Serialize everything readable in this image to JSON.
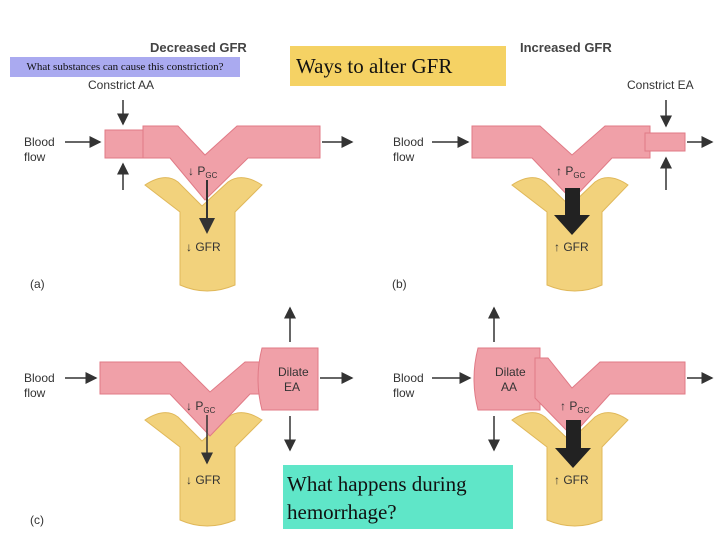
{
  "headers": {
    "decreased": "Decreased GFR",
    "increased": "Increased GFR"
  },
  "question_box": "What substances can cause this constriction?",
  "title_box": "Ways to alter GFR",
  "hemorrhage_box": "What happens during hemorrhage?",
  "labels": {
    "constrict_aa": "Constrict AA",
    "constrict_ea": "Constrict EA",
    "dilate_ea_line1": "Dilate",
    "dilate_ea_line2": "EA",
    "dilate_aa_line1": "Dilate",
    "dilate_aa_line2": "AA",
    "blood1": "Blood",
    "blood2": "flow",
    "pgc_dec": "↓ P",
    "pgc_inc": "↑ P",
    "pgc_sub": "GC",
    "gfr_dec": "↓ GFR",
    "gfr_inc": "↑ GFR",
    "panel_a": "(a)",
    "panel_b": "(b)",
    "panel_c": "(c)"
  },
  "colors": {
    "vessel": "#f0a0a8",
    "vessel_dark": "#e07a86",
    "capsule": "#f2d27c",
    "capsule_dark": "#e0b85a",
    "arrow": "#333333",
    "question_bg": "#aaaaf0",
    "title_bg": "#f5d264",
    "hemorrhage_bg": "#5fe6c8"
  }
}
